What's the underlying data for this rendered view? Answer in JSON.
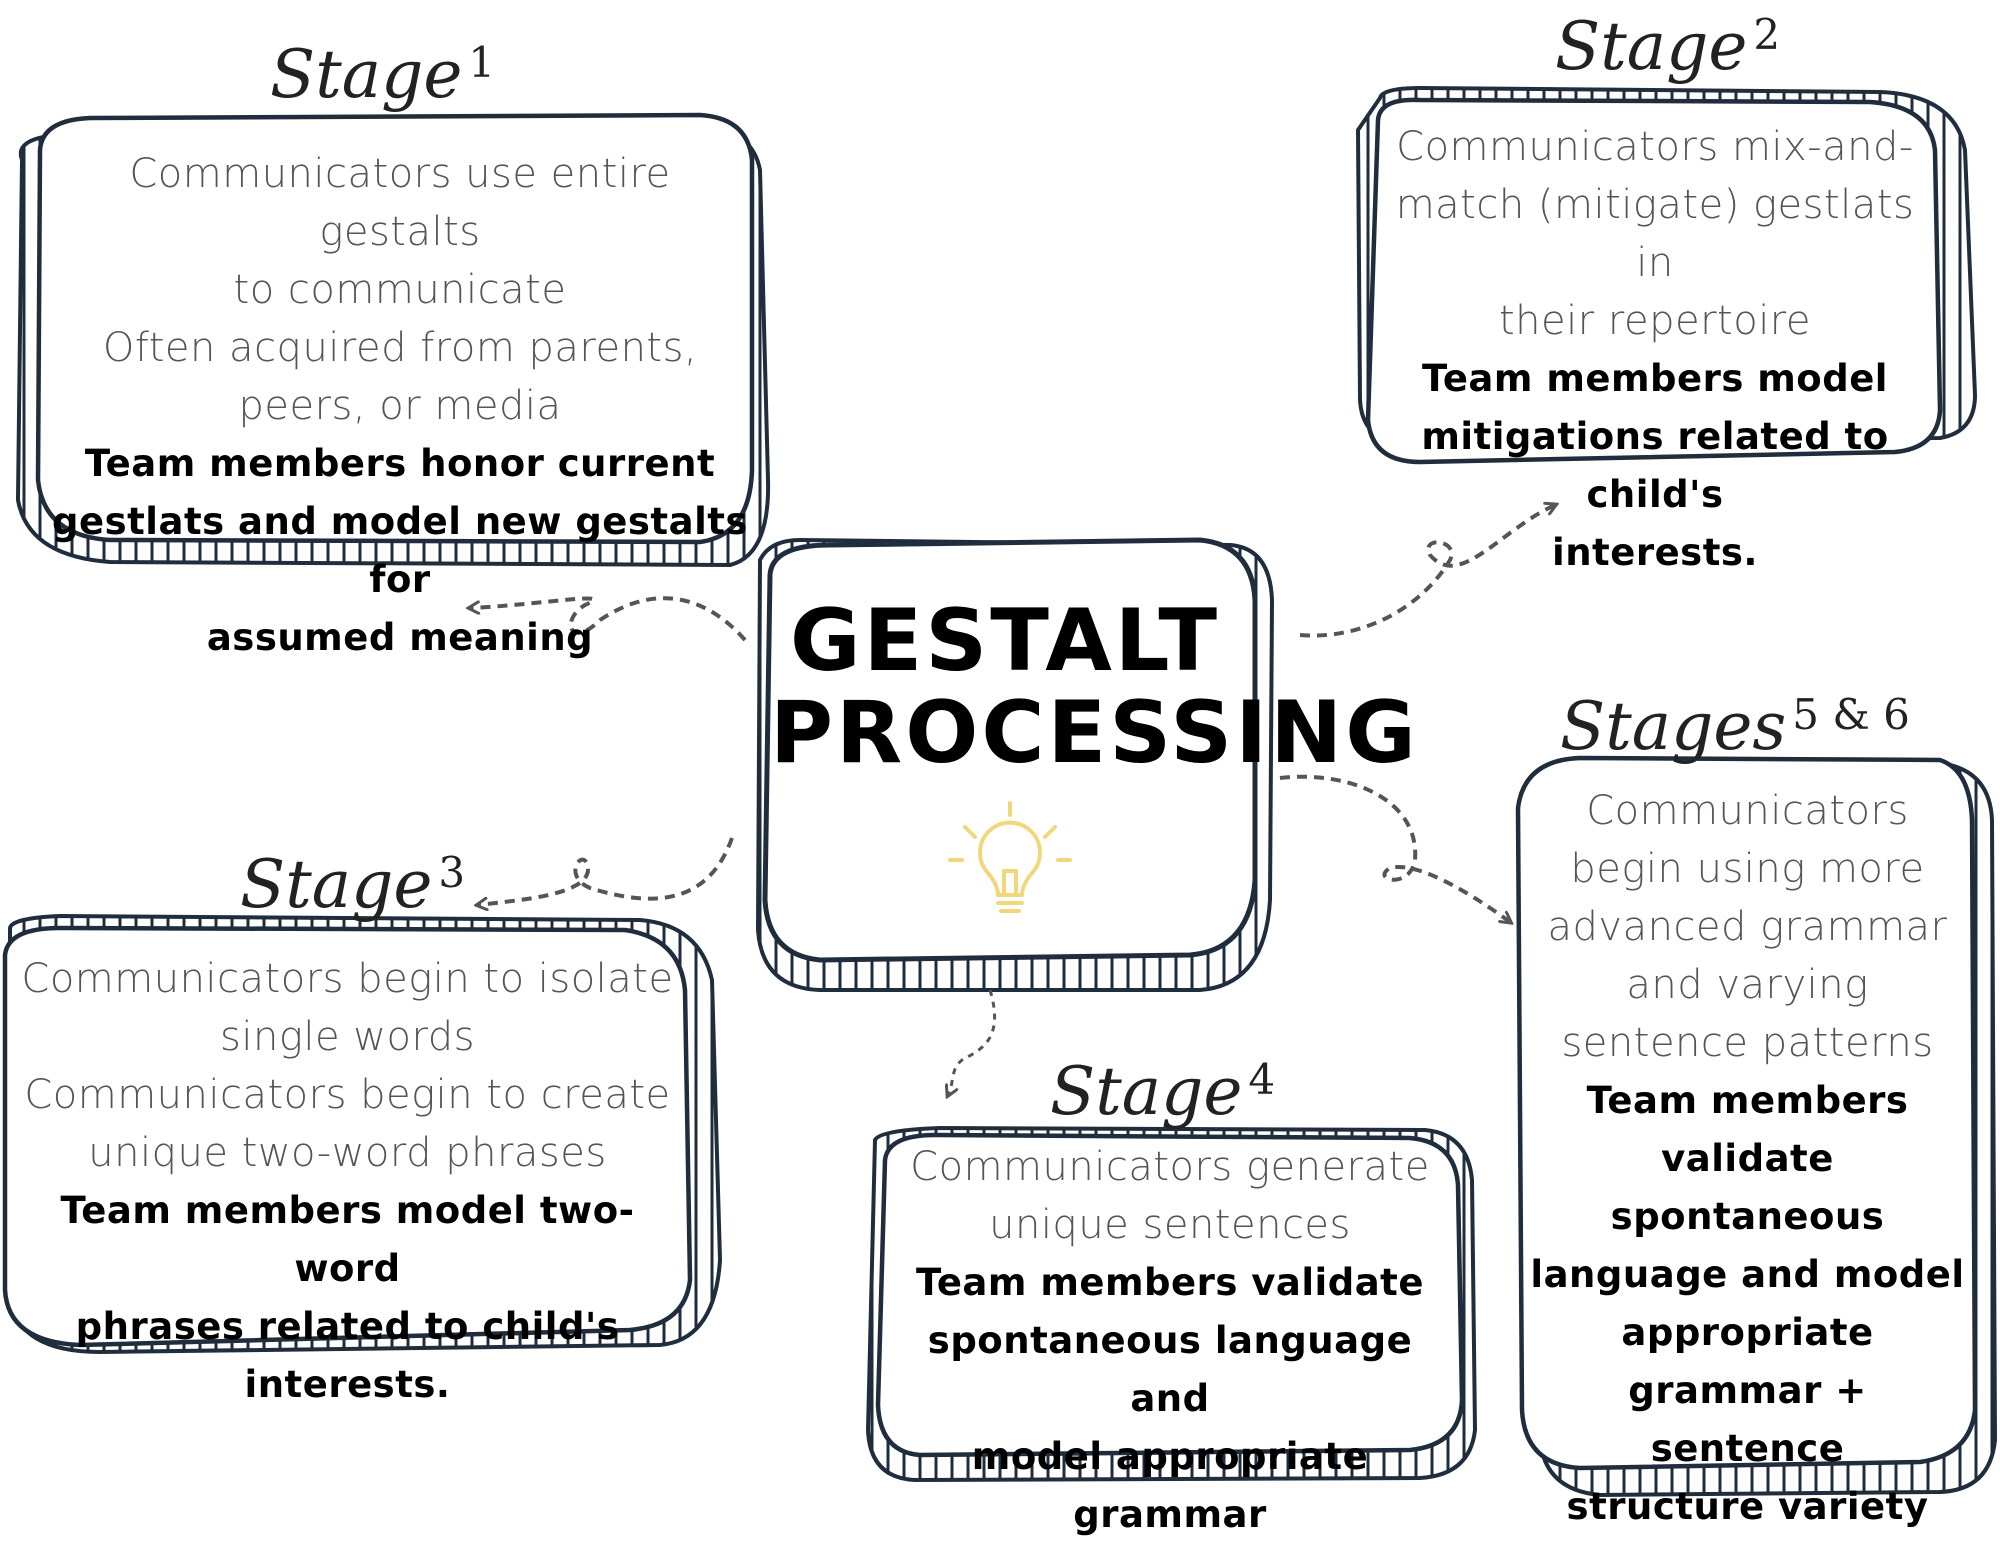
{
  "center": {
    "line1": "GESTALT",
    "line2": "PROCESSING",
    "icon": "lightbulb-icon"
  },
  "stages": {
    "stage1": {
      "label": "Stage",
      "number": "1",
      "desc": [
        "Communicators use entire gestalts",
        "to communicate",
        "Often acquired from parents,",
        "peers, or media"
      ],
      "action": [
        "Team members honor current",
        "gestlats and model new gestalts for",
        "assumed meaning"
      ]
    },
    "stage2": {
      "label": "Stage",
      "number": "2",
      "desc": [
        "Communicators mix-and-",
        "match (mitigate) gestlats in",
        "their repertoire"
      ],
      "action": [
        "Team members model",
        "mitigations related to child's",
        "interests."
      ]
    },
    "stage3": {
      "label": "Stage",
      "number": "3",
      "desc": [
        "Communicators begin to isolate",
        "single words",
        "Communicators begin to create",
        "unique two-word phrases"
      ],
      "action": [
        "Team members model two-word",
        "phrases related to child's",
        "interests."
      ]
    },
    "stage4": {
      "label": "Stage",
      "number": "4",
      "desc": [
        "Communicators generate",
        "unique sentences"
      ],
      "action": [
        "Team members validate",
        "spontaneous language and",
        "model appropriate grammar"
      ]
    },
    "stage56": {
      "label": "Stages",
      "number": "5 & 6",
      "desc": [
        "Communicators",
        "begin using more",
        "advanced grammar",
        "and varying",
        "sentence patterns"
      ],
      "action": [
        "Team members",
        "validate spontaneous",
        "language and model",
        "appropriate",
        "grammar + sentence",
        "structure variety"
      ]
    }
  },
  "colors": {
    "border": "#1f2d3d",
    "arrow": "#555555",
    "description_text": "#555555",
    "action_text": "#000000",
    "lightbulb": "#f2d77a"
  }
}
